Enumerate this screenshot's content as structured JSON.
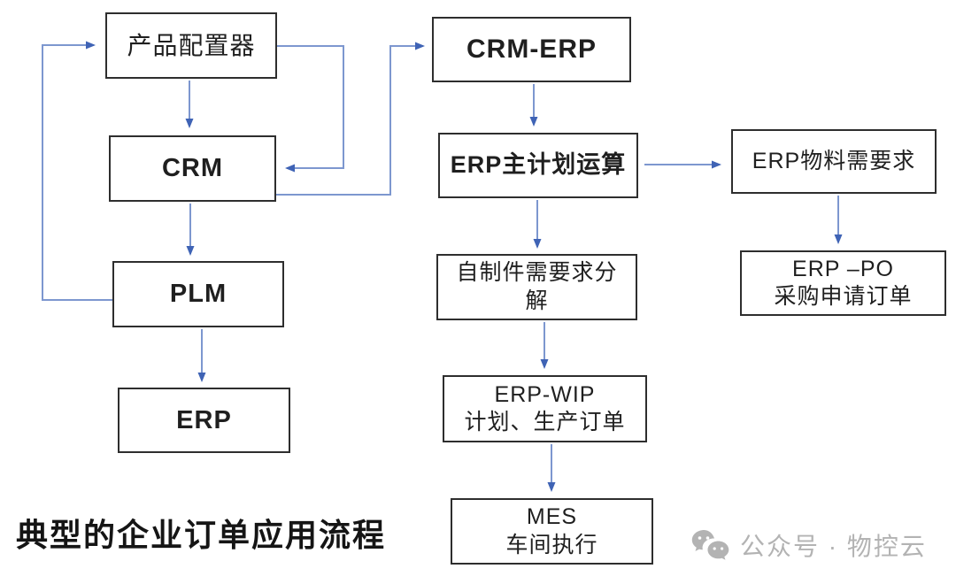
{
  "diagram": {
    "title": "典型的企业订单应用流程",
    "nodes": {
      "product_configurator": {
        "label": "产品配置器"
      },
      "crm": {
        "label": "CRM"
      },
      "plm": {
        "label": "PLM"
      },
      "erp": {
        "label": "ERP"
      },
      "crm_erp": {
        "label": "CRM-ERP"
      },
      "erp_mps": {
        "label": "ERP主计划运算"
      },
      "self_made_demand": {
        "line1": "自制件需要求分",
        "line2": "解"
      },
      "erp_wip": {
        "line1": "ERP-WIP",
        "line2": "计划、生产订单"
      },
      "mes": {
        "line1": "MES",
        "line2": "车间执行"
      },
      "erp_material_demand": {
        "label": "ERP物料需要求"
      },
      "erp_po": {
        "line1": "ERP –PO",
        "line2": "采购申请订单"
      }
    },
    "edges": [
      "product_configurator -> crm",
      "crm -> plm",
      "plm -> erp",
      "plm -> product_configurator",
      "product_configurator -> crm (right loop)",
      "crm -> crm_erp",
      "crm_erp -> erp_mps",
      "erp_mps -> self_made_demand",
      "self_made_demand -> erp_wip",
      "erp_wip -> mes",
      "erp_mps -> erp_material_demand",
      "erp_material_demand -> erp_po"
    ]
  },
  "watermark": {
    "text": "公众号 · 物控云",
    "icon": "wechat-icon"
  },
  "colors": {
    "arrow_line": "#7d97cf",
    "arrow_head": "#3f63b5",
    "box_border": "#2e2e2e",
    "title_text": "#151515",
    "watermark_gray": "#b3b3b3"
  }
}
